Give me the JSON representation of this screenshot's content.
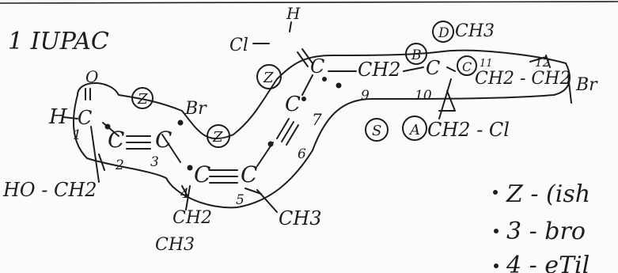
{
  "title": "1 IUPAC",
  "ring_labels": [
    "Z",
    "Z",
    "Z",
    "B",
    "C",
    "D",
    "A",
    "S"
  ],
  "chain_numbers": [
    "1",
    "2",
    "3",
    "4",
    "5",
    "6",
    "7",
    "9",
    "10",
    "11",
    "12"
  ],
  "groups": {
    "aldehyde_O": "O",
    "aldehyde_H": "H",
    "c1": "C",
    "c2": "C",
    "c3": "C",
    "c4": "C",
    "c5": "C",
    "c7": "C",
    "c8": "C",
    "c9": "CH2",
    "c10": "C",
    "br_upper": "Br",
    "ho_ch2": "HO - CH2",
    "ch2_ch3_top": "CH2",
    "ch3_bottom": "CH3",
    "ch3_c5": "CH3",
    "cl_top": "Cl",
    "h_top": "H",
    "ch3_d": "CH3",
    "ch2_ch2_br": "CH2 - CH2",
    "br_right": "Br",
    "ch2_cl": "CH2 - Cl"
  },
  "notes": [
    "Z - (ish",
    "3 - bro",
    "4 - eTil"
  ]
}
